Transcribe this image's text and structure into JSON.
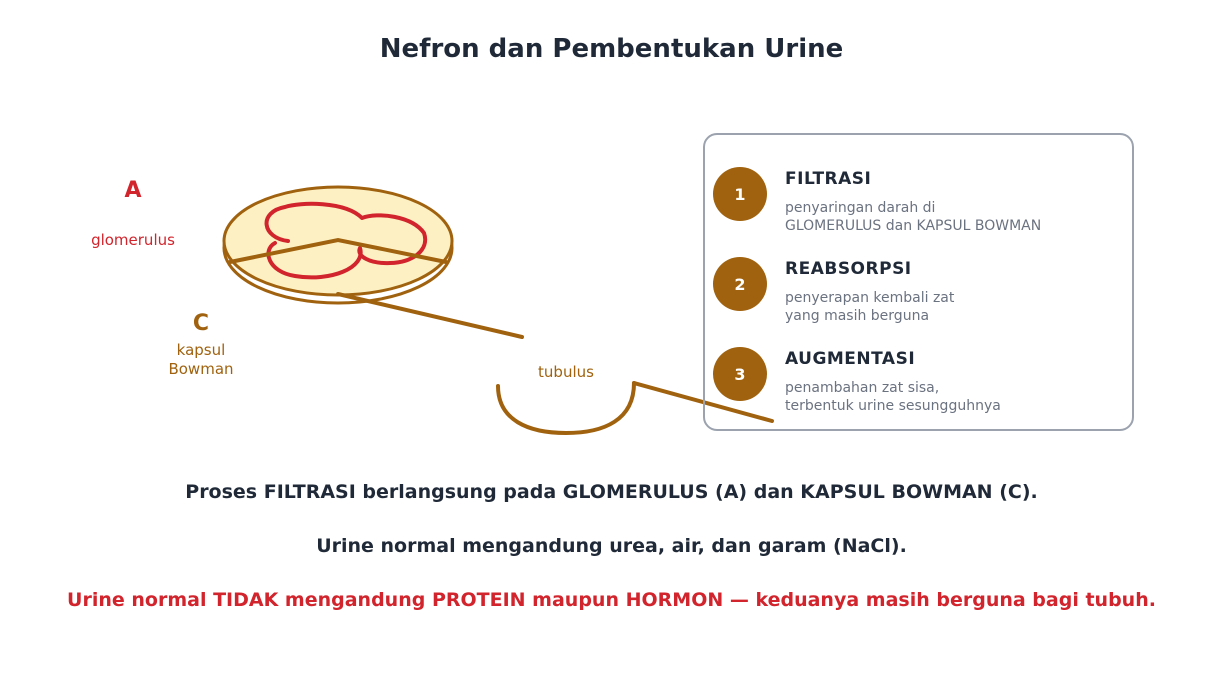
{
  "title": "Nefron dan Pembentukan Urine",
  "diagram": {
    "label_a": "A",
    "label_glomerulus": "glomerulus",
    "label_c": "C",
    "label_kapsul_line1": "kapsul",
    "label_kapsul_line2": "Bowman",
    "label_tubulus": "tubulus"
  },
  "colors": {
    "red": "#d1242c",
    "brown": "#a0620e",
    "capsule_fill": "#fdf1c4",
    "dark_text": "#1f2937",
    "gray_text": "#6b7280",
    "box_border": "#9ca3af"
  },
  "steps": [
    {
      "number": "1",
      "title": "FILTRASI",
      "desc_line1": "penyaringan darah di",
      "desc_line2": "GLOMERULUS dan KAPSUL BOWMAN"
    },
    {
      "number": "2",
      "title": "REABSORPSI",
      "desc_line1": "penyerapan kembali zat",
      "desc_line2": "yang masih berguna"
    },
    {
      "number": "3",
      "title": "AUGMENTASI",
      "desc_line1": "penambahan zat sisa,",
      "desc_line2": "terbentuk urine sesungguhnya"
    }
  ],
  "statements": {
    "filtration": "Proses FILTRASI berlangsung pada GLOMERULUS (A) dan KAPSUL BOWMAN (C).",
    "composition": "Urine normal mengandung urea, air, dan garam (NaCl).",
    "warning": "Urine normal TIDAK mengandung PROTEIN maupun HORMON — keduanya masih berguna bagi tubuh."
  }
}
